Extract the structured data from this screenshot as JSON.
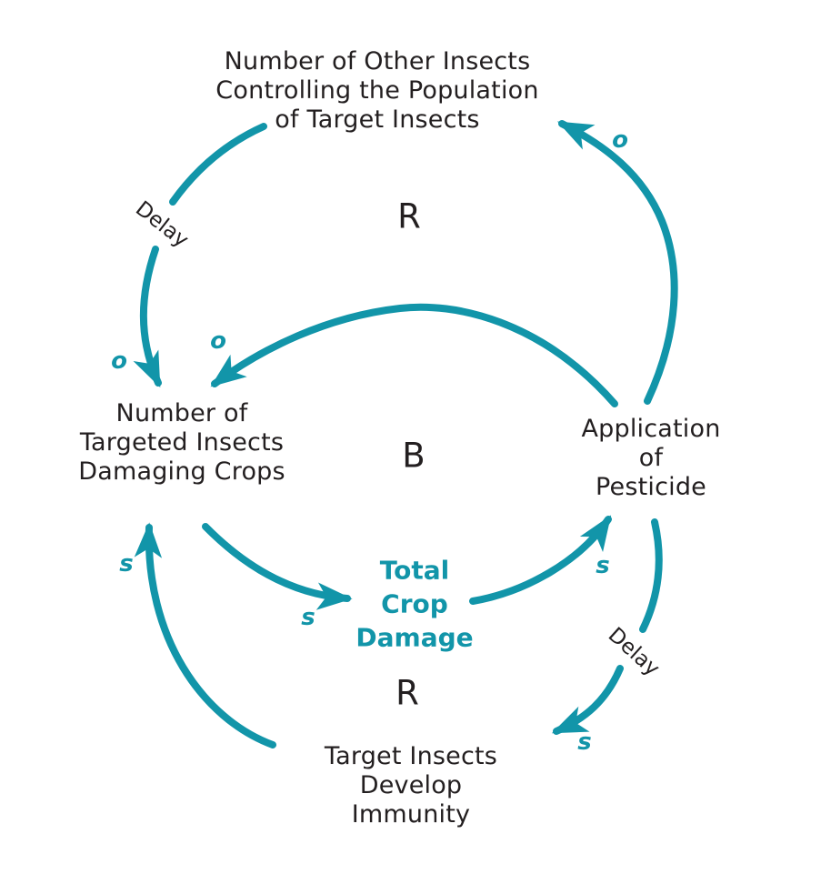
{
  "colors": {
    "arrow_teal": "#1295A9",
    "text_ink": "#231F20"
  },
  "nodes": {
    "other_insects": {
      "label": "Number of Other Insects\nControlling the Population\nof Target Insects"
    },
    "targeted_insects": {
      "label": "Number of\nTargeted Insects\nDamaging Crops"
    },
    "pesticide": {
      "label": "Application\nof\nPesticide"
    },
    "crop_damage": {
      "label": "Total\nCrop\nDamage"
    },
    "immunity": {
      "label": "Target Insects\nDevelop\nImmunity"
    }
  },
  "loop_labels": {
    "top": "R",
    "middle": "B",
    "bottom": "R"
  },
  "delay_labels": {
    "left": "Delay",
    "right": "Delay"
  },
  "polarity_labels": {
    "o_other_to_targeted": "o",
    "o_pesticide_to_targeted": "o",
    "o_pesticide_to_other": "o",
    "s_targeted_to_damage": "s",
    "s_damage_to_pesticide": "s",
    "s_immunity_to_targeted": "s",
    "s_pesticide_to_immunity": "s"
  }
}
